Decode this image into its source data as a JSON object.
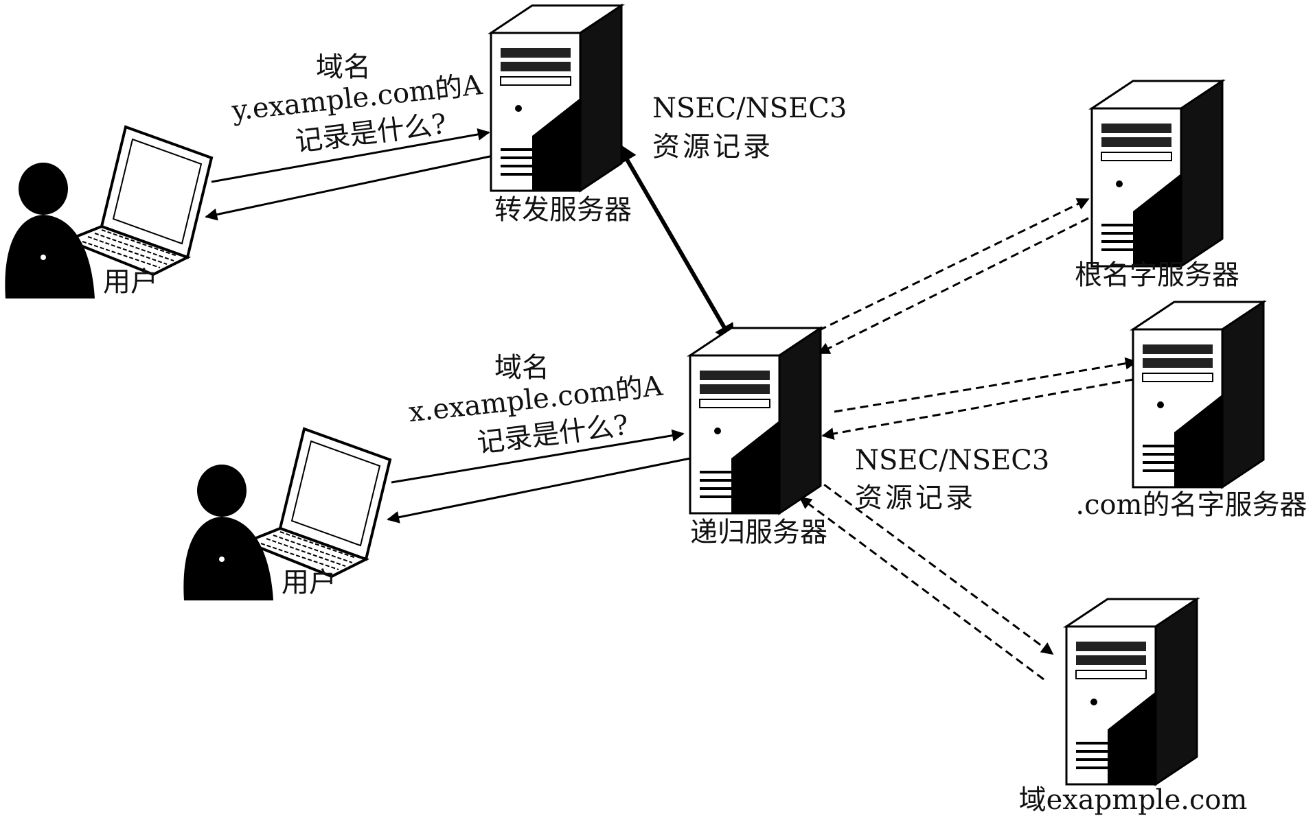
{
  "top_query": {
    "line1": "域名",
    "line2": "y.example.com的A",
    "line3": "记录是什么?"
  },
  "bottom_query": {
    "line1": "域名",
    "line2": "x.example.com的A",
    "line3": "记录是什么?"
  },
  "nsec_top": {
    "line1": "NSEC/NSEC3",
    "line2": "资源记录"
  },
  "nsec_bottom": {
    "line1": "NSEC/NSEC3",
    "line2": "资源记录"
  },
  "nodes": {
    "user_top": "用户",
    "user_bottom": "用户",
    "forwarder": "转发服务器",
    "recursive": "递归服务器",
    "root": "根名字服务器",
    "com": ".com的名字服务器",
    "example": "域exapmple.com"
  },
  "icons": {
    "server": "server-tower-icon",
    "laptop": "laptop-icon",
    "user": "user-silhouette-icon"
  }
}
